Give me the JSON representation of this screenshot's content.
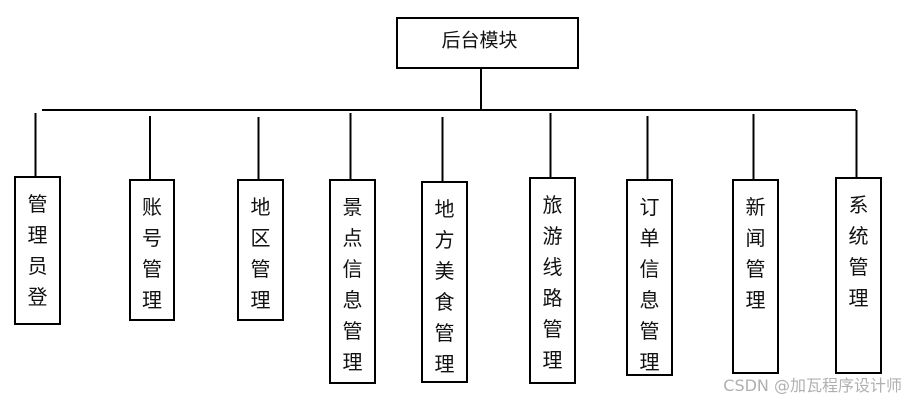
{
  "root": {
    "label": "后台模块"
  },
  "children": [
    {
      "label": "管理员登"
    },
    {
      "label": "账号管理"
    },
    {
      "label": "地区管理"
    },
    {
      "label": "景点信息管理"
    },
    {
      "label": "地方美食管理"
    },
    {
      "label": "旅游线路管理"
    },
    {
      "label": "订单信息管理"
    },
    {
      "label": "新闻管理"
    },
    {
      "label": "系统管理"
    }
  ],
  "watermark": "CSDN @加瓦程序设计师"
}
